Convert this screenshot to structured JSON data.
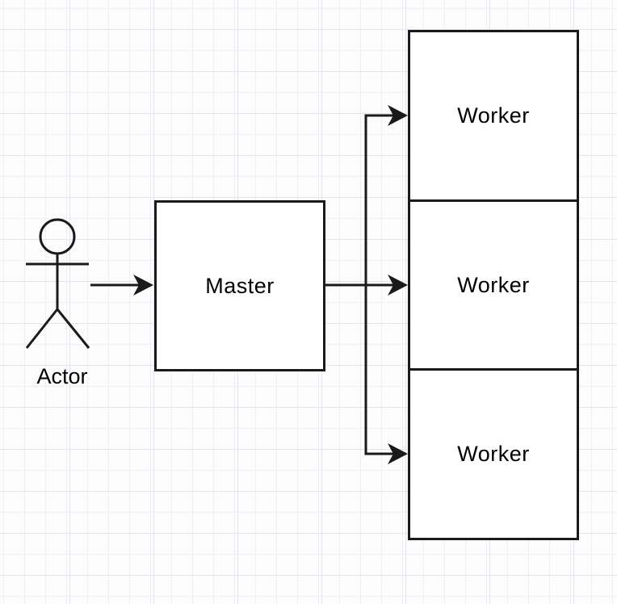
{
  "diagram": {
    "title": "master-worker-architecture",
    "nodes": [
      {
        "id": "actor",
        "label": "Actor",
        "shape": "stick-figure"
      },
      {
        "id": "master",
        "label": "Master",
        "shape": "rectangle"
      },
      {
        "id": "worker1",
        "label": "Worker",
        "shape": "rectangle"
      },
      {
        "id": "worker2",
        "label": "Worker",
        "shape": "rectangle"
      },
      {
        "id": "worker3",
        "label": "Worker",
        "shape": "rectangle"
      }
    ],
    "edges": [
      {
        "from": "actor",
        "to": "master",
        "style": "solid",
        "arrowhead": "filled-triangle"
      },
      {
        "from": "master",
        "to": "worker1",
        "style": "solid",
        "arrowhead": "filled-triangle"
      },
      {
        "from": "master",
        "to": "worker2",
        "style": "solid",
        "arrowhead": "filled-triangle"
      },
      {
        "from": "master",
        "to": "worker3",
        "style": "solid",
        "arrowhead": "filled-triangle"
      }
    ],
    "colors": {
      "stroke": "#1a1a1a",
      "node_fill": "#ffffff",
      "background": "#fcfcfd",
      "grid_minor": "#efeff3",
      "grid_major": "#e4e4ea"
    }
  }
}
